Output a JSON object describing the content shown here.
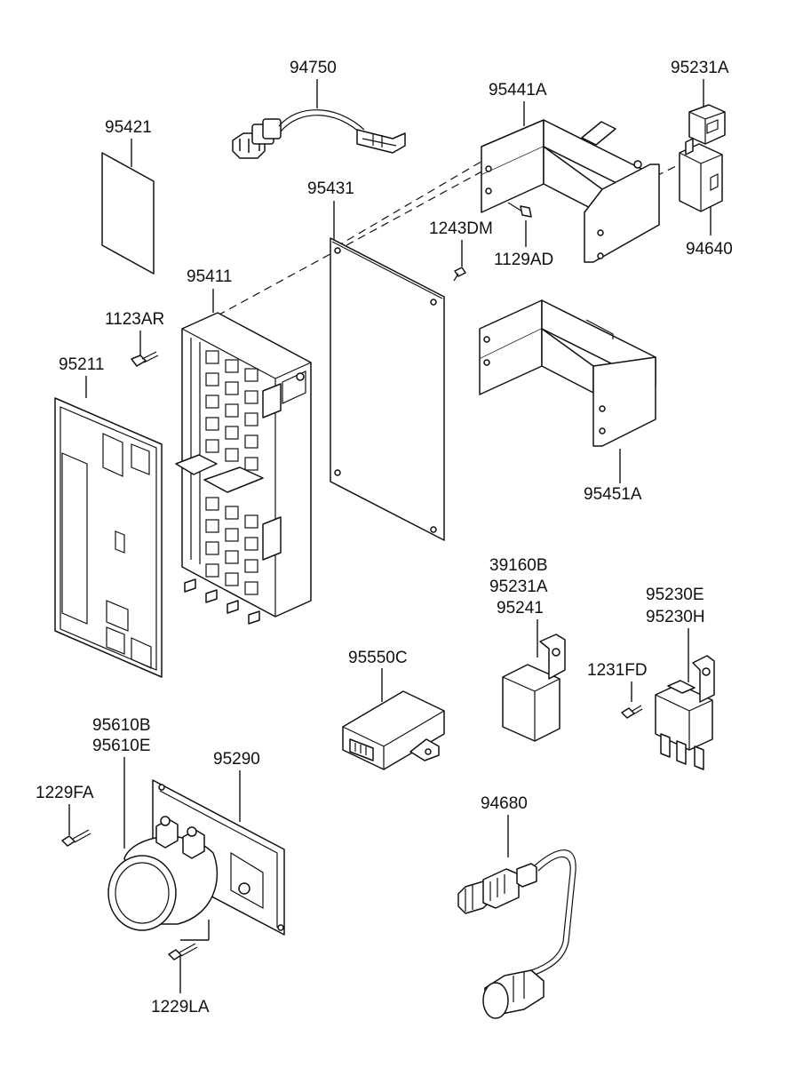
{
  "labels": {
    "p94750": "94750",
    "p95441A": "95441A",
    "p95231A_top": "95231A",
    "p95421": "95421",
    "p95431": "95431",
    "p1243DM": "1243DM",
    "p1129AD": "1129AD",
    "p94640": "94640",
    "p95411": "95411",
    "p1123AR": "1123AR",
    "p95211": "95211",
    "p95451A": "95451A",
    "p39160B": "39160B",
    "p95231A_mid": "95231A",
    "p95241": "95241",
    "p95230E": "95230E",
    "p95230H": "95230H",
    "p95550C": "95550C",
    "p1231FD": "1231FD",
    "p95610B": "95610B",
    "p95610E": "95610E",
    "p95290": "95290",
    "p1229FA": "1229FA",
    "p94680": "94680",
    "p1229LA": "1229LA"
  }
}
